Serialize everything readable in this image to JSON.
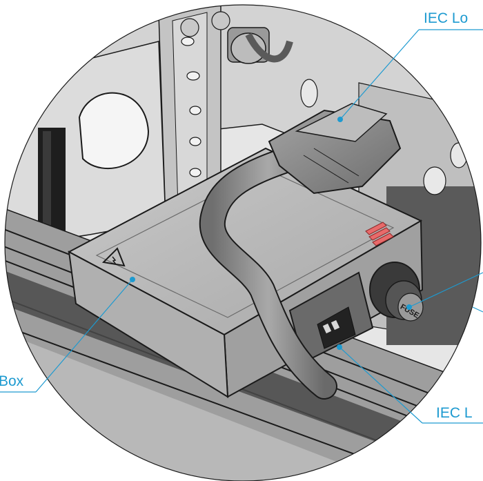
{
  "callouts": {
    "top_right": "IEC Lo",
    "bottom_right": "IEC L",
    "left": "Box"
  },
  "fuse_cap_text": "FUSE",
  "colors": {
    "callout": "#1d9ad0",
    "outline": "#1a1a1a",
    "panel_light": "#d9d9d9",
    "panel_mid": "#bfbfbf",
    "panel_dark": "#8a8a8a",
    "heat_strips": "#e86a6a"
  }
}
